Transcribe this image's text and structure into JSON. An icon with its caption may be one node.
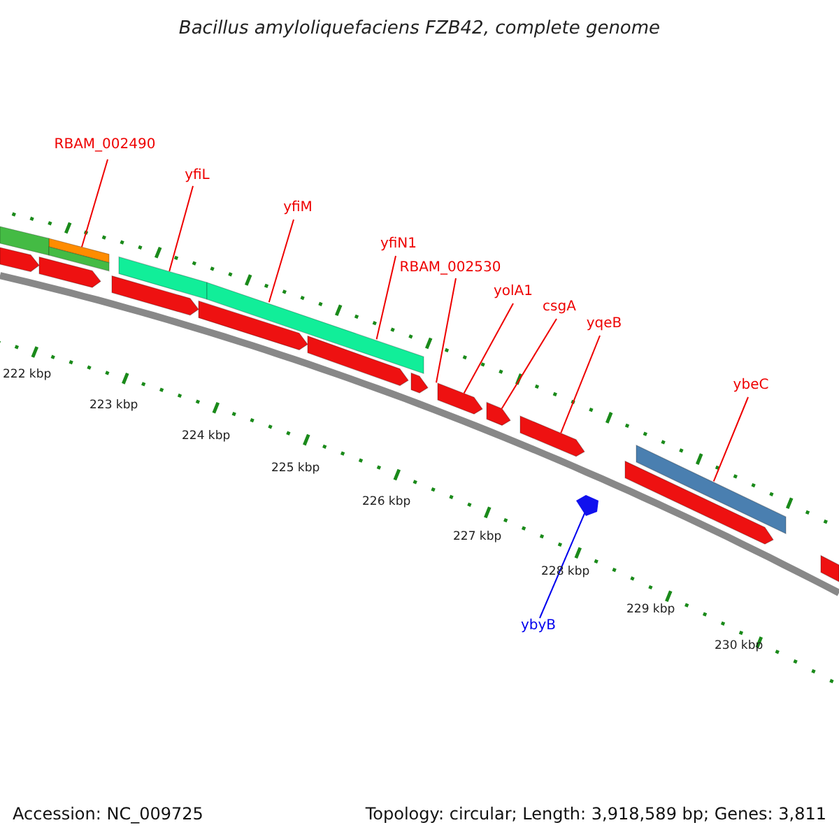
{
  "diagram": {
    "title": "Bacillus amyloliquefaciens FZB42, complete genome",
    "nodes": [
      {
        "text": [
          "RBAM_002490"
        ]
      },
      {
        "text": [
          "yfiL"
        ]
      },
      {
        "text": [
          "yfiM"
        ]
      },
      {
        "text": [
          "yfiN1"
        ]
      },
      {
        "text": [
          "RBAM_002530"
        ]
      },
      {
        "text": [
          "yolA1"
        ]
      },
      {
        "text": [
          "csgA"
        ]
      },
      {
        "text": [
          "yqeB"
        ]
      },
      {
        "text": [
          "ybeC"
        ]
      },
      {
        "text": [
          "ybyB"
        ]
      },
      {
        "text": [],
        "shape": "bar"
      },
      {
        "text": [],
        "shape": "bar"
      },
      {
        "text": [],
        "shape": "bar"
      },
      {
        "text": [],
        "shape": "bar"
      },
      {
        "text": [],
        "shape": "bar"
      },
      {
        "text": [],
        "shape": "bar"
      },
      {
        "text": [],
        "shape": "bar"
      },
      {
        "text": [],
        "shape": "bar"
      },
      {
        "text": [],
        "shape": "pentagon"
      },
      {
        "text": [],
        "shape": "bar"
      },
      {
        "text": [],
        "shape": "bar"
      },
      {
        "text": [],
        "shape": "bar"
      },
      {
        "text": [],
        "shape": "bar"
      },
      {
        "text": [],
        "shape": "bar"
      },
      {
        "text": [],
        "shape": "bar"
      },
      {
        "text": [],
        "shape": "bar"
      },
      {
        "text": [],
        "shape": "bar"
      },
      {
        "text": [],
        "shape": "bar"
      }
    ],
    "edges": [
      {
        "from": 0,
        "to": 10,
        "arrow": "none"
      },
      {
        "from": 1,
        "to": 11,
        "arrow": "none"
      },
      {
        "from": 2,
        "to": 12,
        "arrow": "none"
      },
      {
        "from": 3,
        "to": 12,
        "arrow": "none"
      },
      {
        "from": 4,
        "to": 13,
        "arrow": "none"
      },
      {
        "from": 5,
        "to": 14,
        "arrow": "none"
      },
      {
        "from": 6,
        "to": 15,
        "arrow": "none"
      },
      {
        "from": 7,
        "to": 16,
        "arrow": "none"
      },
      {
        "from": 8,
        "to": 17,
        "arrow": "none"
      },
      {
        "from": 9,
        "to": 18,
        "arrow": "none",
        "color": "#0000ee"
      }
    ],
    "labels": [
      "222 kbp",
      "223 kbp",
      "224 kbp",
      "225 kbp",
      "226 kbp",
      "227 kbp",
      "228 kbp",
      "229 kbp",
      "230 kbp",
      "Accession: NC_009725",
      "Topology: circular; Length: 3,918,589 bp; Genes: 3,811"
    ]
  }
}
